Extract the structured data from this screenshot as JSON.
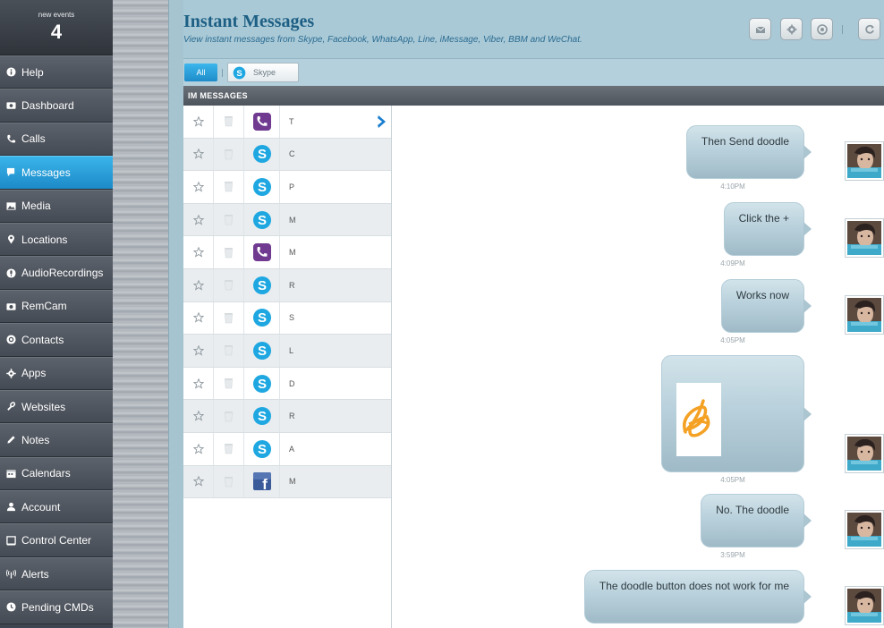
{
  "events": {
    "label": "new events",
    "count": "4"
  },
  "nav": [
    {
      "label": "Help",
      "icon": "info-icon"
    },
    {
      "label": "Dashboard",
      "icon": "monitor-icon"
    },
    {
      "label": "Calls",
      "icon": "phone-icon"
    },
    {
      "label": "Messages",
      "icon": "chat-icon",
      "active": true
    },
    {
      "label": "Media",
      "icon": "image-icon"
    },
    {
      "label": "Locations",
      "icon": "pin-icon"
    },
    {
      "label": "AudioRecordings",
      "icon": "mic-icon"
    },
    {
      "label": "RemCam",
      "icon": "camera-icon"
    },
    {
      "label": "Contacts",
      "icon": "contact-icon"
    },
    {
      "label": "Apps",
      "icon": "gear-icon"
    },
    {
      "label": "Websites",
      "icon": "link-icon"
    },
    {
      "label": "Notes",
      "icon": "pencil-icon"
    },
    {
      "label": "Calendars",
      "icon": "calendar-icon"
    },
    {
      "label": "Account",
      "icon": "user-icon"
    },
    {
      "label": "Control Center",
      "icon": "square-icon"
    },
    {
      "label": "Alerts",
      "icon": "antenna-icon"
    },
    {
      "label": "Pending CMDs",
      "icon": "clock-icon"
    }
  ],
  "header": {
    "title": "Instant Messages",
    "subtitle": "View instant messages from Skype, Facebook, WhatsApp, Line, iMessage, Viber, BBM and WeChat."
  },
  "filters": {
    "all": "All",
    "skype": "Skype"
  },
  "section_title": "IM MESSAGES",
  "conversations": [
    {
      "name": "T",
      "app": "viber",
      "selected": true
    },
    {
      "name": "C",
      "app": "skype"
    },
    {
      "name": "P",
      "app": "skype"
    },
    {
      "name": "M",
      "app": "skype"
    },
    {
      "name": "M",
      "app": "viber"
    },
    {
      "name": "R",
      "app": "skype"
    },
    {
      "name": "S",
      "app": "skype"
    },
    {
      "name": "L",
      "app": "skype"
    },
    {
      "name": "D",
      "app": "skype"
    },
    {
      "name": "R",
      "app": "skype"
    },
    {
      "name": "A",
      "app": "skype"
    },
    {
      "name": "M",
      "app": "facebook"
    }
  ],
  "messages": [
    {
      "text": "Then Send doodle",
      "time": "4:10PM"
    },
    {
      "text": "Click the +",
      "time": "4:09PM"
    },
    {
      "text": "Works now",
      "time": "4:05PM"
    },
    {
      "text": "",
      "time": "4:05PM",
      "image": "doodle"
    },
    {
      "text": "No. The doodle",
      "time": "3:59PM"
    },
    {
      "text": "The doodle button does not work for me",
      "time": ""
    }
  ],
  "colors": {
    "accent": "#1e8cc9",
    "header_bg": "#a9c9d6",
    "title": "#1d5f84",
    "skype": "#1ea7e1",
    "viber": "#6f3a90",
    "facebook": "#3b5a9a",
    "doodle": "#f4a124"
  }
}
